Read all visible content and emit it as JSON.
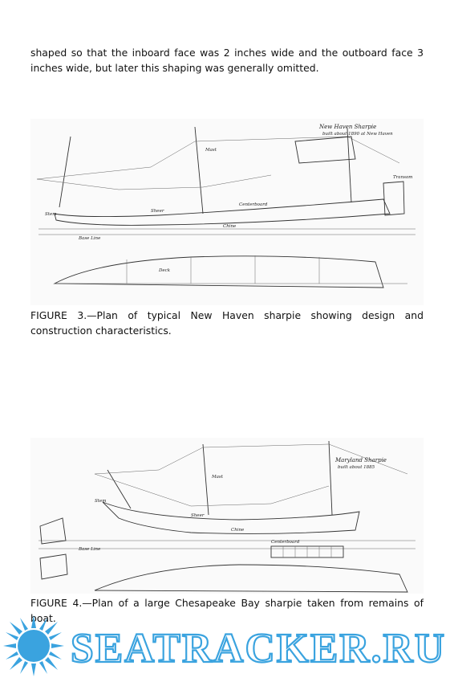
{
  "body_paragraph": "shaped so that the inboard face was 2 inches wide and the outboard face 3 inches wide, but later this shaping was generally omitted.",
  "figure3": {
    "caption": "FIGURE 3.—Plan of typical New Haven sharpie showing design and construction characteristics.",
    "drawing_title": "New Haven Sharpie",
    "drawing_subtitle": "built about 1890 at New Haven",
    "labels": [
      "Sheer",
      "Chine",
      "Base Line",
      "Stem",
      "Transom",
      "Mast",
      "Centerboard",
      "Deck"
    ]
  },
  "figure4": {
    "caption": "FIGURE 4.—Plan of a large Chesapeake Bay sharpie taken from remains of boat.",
    "drawing_title": "Maryland Sharpie",
    "drawing_subtitle": "built about 1885",
    "labels": [
      "Sheer",
      "Chine",
      "Base Line",
      "Stem",
      "Mast",
      "Centerboard"
    ]
  },
  "watermark": {
    "text": "SEATRACKER.RU",
    "color": "#3aa3df",
    "icon": "sun-burst-icon"
  }
}
